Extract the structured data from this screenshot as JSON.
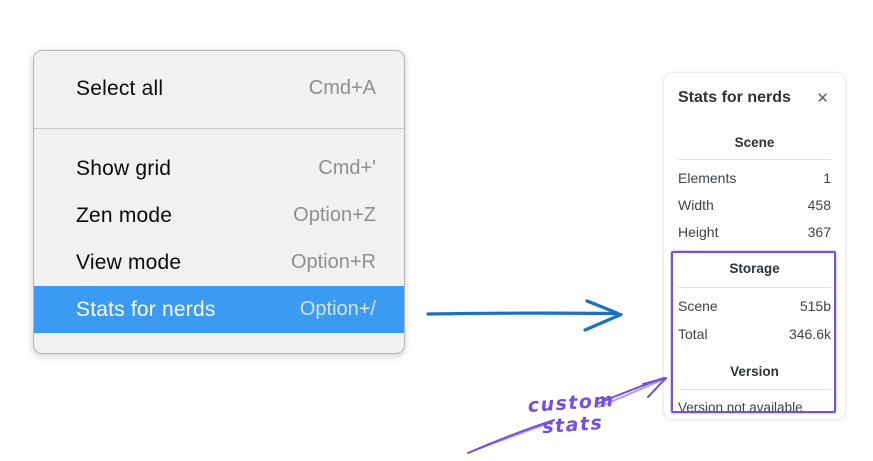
{
  "context_menu": {
    "sections": [
      {
        "items": [
          {
            "label": "Select all",
            "shortcut": "Cmd+A",
            "selected": false
          }
        ]
      },
      {
        "items": [
          {
            "label": "Show grid",
            "shortcut": "Cmd+'",
            "selected": false
          },
          {
            "label": "Zen mode",
            "shortcut": "Option+Z",
            "selected": false
          },
          {
            "label": "View mode",
            "shortcut": "Option+R",
            "selected": false
          },
          {
            "label": "Stats for nerds",
            "shortcut": "Option+/",
            "selected": true
          }
        ]
      }
    ]
  },
  "stats_panel": {
    "title": "Stats for nerds",
    "close_icon": "✕",
    "sections": [
      {
        "heading": "Scene",
        "rows": [
          {
            "label": "Elements",
            "value": "1"
          },
          {
            "label": "Width",
            "value": "458"
          },
          {
            "label": "Height",
            "value": "367"
          }
        ]
      },
      {
        "heading": "Storage",
        "rows": [
          {
            "label": "Scene",
            "value": "515b"
          },
          {
            "label": "Total",
            "value": "346.6k"
          }
        ]
      },
      {
        "heading": "Version",
        "note": "Version not available"
      }
    ]
  },
  "annotation": {
    "label": "custom stats"
  },
  "colors": {
    "menu_highlight": "#3b9af2",
    "flow_arrow_blue": "#1b6fc4",
    "annotation_purple": "#7450dc"
  }
}
